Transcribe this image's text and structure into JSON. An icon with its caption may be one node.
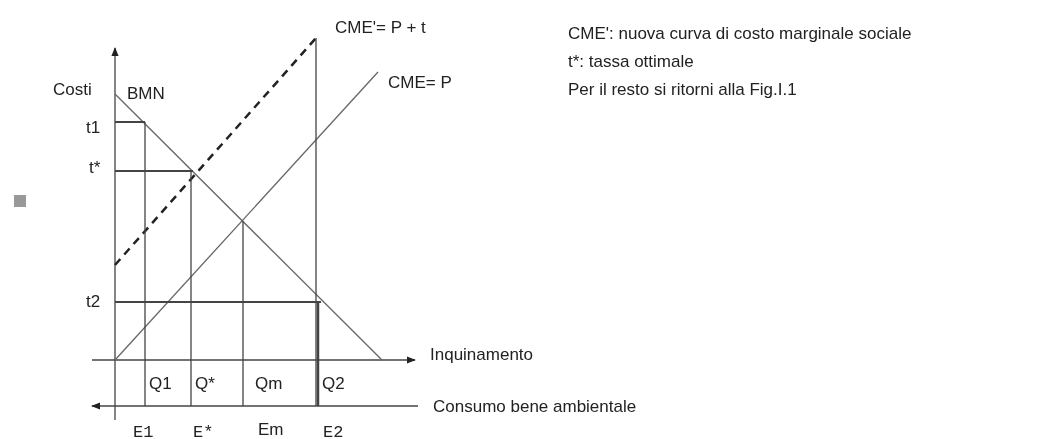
{
  "diagram": {
    "labels": [
      "CME'= P + t",
      "CME= P",
      "Costi",
      "BMN",
      "t1",
      "t*",
      "t2",
      "Inquinamento",
      "Q1",
      "Q*",
      "Qm",
      "Q2",
      "Consumo bene ambientale",
      "E1",
      "E*",
      "Em",
      "E2",
      "CME': nuova curva di costo marginale sociale",
      "t*: tassa ottimale",
      "Per il resto si ritorni alla Fig.I.1"
    ]
  }
}
